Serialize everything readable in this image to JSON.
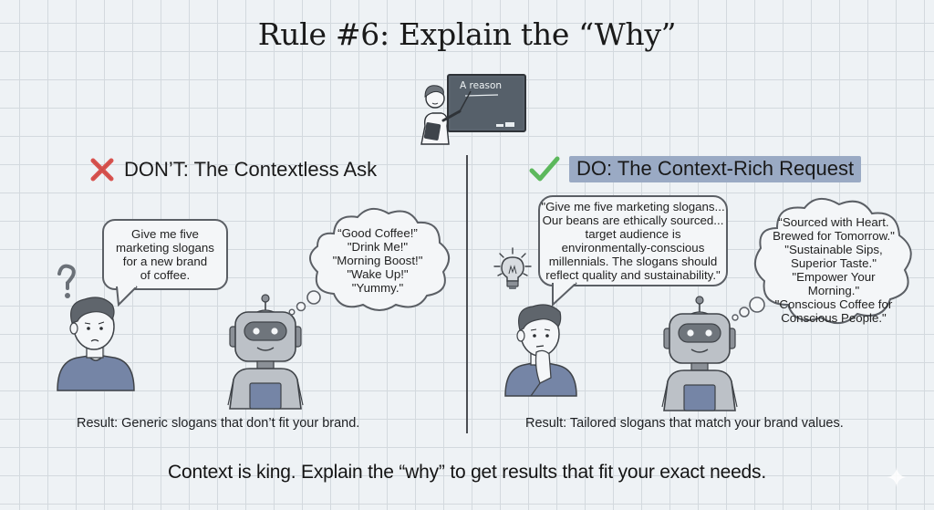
{
  "header": {
    "title": "Rule #6: Explain the “Why”",
    "chalkboard_text": "A reason"
  },
  "dont": {
    "heading": "DON’T: The Contextless Ask",
    "icon": "x-mark-icon",
    "icon_color": "#d9534f",
    "user_prompt_lines": [
      "Give me five",
      "marketing slogans",
      "for a new brand",
      "of coffee."
    ],
    "robot_reply_lines": [
      "“Good Coffee!”",
      "\"Drink Me!\"",
      "\"Morning Boost!\"",
      "\"Wake Up!\"",
      "\"Yummy.\""
    ],
    "result": "Result: Generic slogans that don’t fit your brand."
  },
  "do": {
    "heading": "DO: The Context-Rich Request",
    "icon": "check-mark-icon",
    "icon_color": "#5cb85c",
    "highlight_color": "#9aaac4",
    "user_prompt_lines": [
      "\"Give me five marketing slogans...",
      "Our beans are ethically sourced...",
      "target audience is",
      "environmentally-conscious",
      "millennials. The slogans should",
      "reflect quality and sustainability.\""
    ],
    "robot_reply_lines": [
      "“Sourced with Heart.",
      "Brewed for Tomorrow.\"",
      "\"Sustainable Sips,",
      "Superior Taste.\"",
      "\"Empower Your",
      "Morning.\"",
      "\"Conscious Coffee for",
      "Conscious People.\""
    ],
    "result": "Result: Tailored slogans that match your brand values."
  },
  "footer": {
    "text": "Context is king. Explain the “why” to get results that fit your exact needs."
  },
  "colors": {
    "background": "#eef2f5",
    "grid": "#d3d9de",
    "shirt": "#7585a6",
    "robot_body": "#b9bec5",
    "outline": "#3f4348"
  }
}
